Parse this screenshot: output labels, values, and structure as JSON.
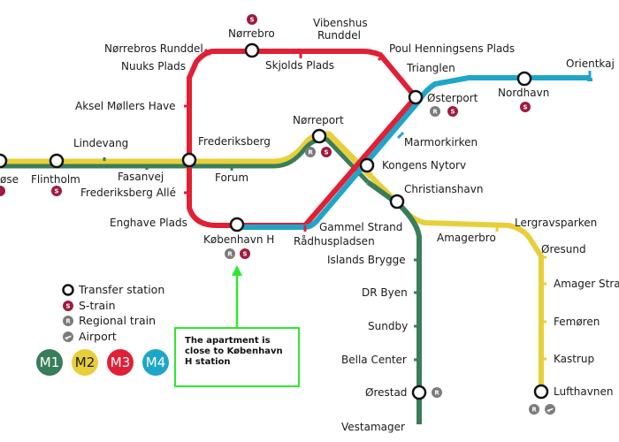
{
  "colors": {
    "m1": "#3a7d5a",
    "m2": "#e8cf3a",
    "m3": "#e11f35",
    "m4": "#1ea6c9",
    "s_train": "#9e1b3f",
    "regional": "#7b7b7b",
    "annotation": "#2ee82e"
  },
  "stations": {
    "orientkaj": "Orientkaj",
    "nordhavn": "Nordhavn",
    "osterport": "Østerport",
    "trianglen": "Trianglen",
    "poul_henningsen": "Poul Henningsens Plads",
    "vibenshus_1": "Vibenshus",
    "vibenshus_2": "Runddel",
    "norrebro": "Nørrebro",
    "norrebros_runddel": "Nørrebros Runddel",
    "nuuks_plads": "Nuuks Plads",
    "skjolds_plads": "Skjolds Plads",
    "aksel_mollers_have": "Aksel Møllers Have",
    "norreport": "Nørreport",
    "marmorkirken": "Marmorkirken",
    "lindevang": "Lindevang",
    "frederiksberg": "Frederiksberg",
    "kongens_nytorv": "Kongens Nytorv",
    "vanlose": "øse",
    "flintholm": "Flintholm",
    "fasanvej": "Fasanvej",
    "forum": "Forum",
    "frederiksberg_alle": "Frederiksberg Allé",
    "christianshavn": "Christianshavn",
    "enghave_plads": "Enghave Plads",
    "kobenhavn_h": "København H",
    "gammel_strand": "Gammel Strand",
    "radhuspladsen": "Rådhuspladsen",
    "lergravsparken": "Lergravsparken",
    "amagerbro": "Amagerbro",
    "oresund": "Øresund",
    "islands_brygge": "Islands Brygge",
    "amager_strand": "Amager Stra",
    "dr_byen": "DR Byen",
    "femoren": "Femøren",
    "sundby": "Sundby",
    "kastrup": "Kastrup",
    "bella_center": "Bella Center",
    "orestad": "Ørestad",
    "lufthavnen": "Lufthavnen",
    "vestamager": "Vestamager"
  },
  "legend": {
    "transfer": "Transfer station",
    "s_train": "S-train",
    "regional": "Regional train",
    "airport": "Airport",
    "badge_s": "S",
    "badge_r": "R"
  },
  "lines": {
    "m1": "M1",
    "m2": "M2",
    "m3": "M3",
    "m4": "M4"
  },
  "annotation": {
    "text": "The apartment is close to København H station"
  }
}
